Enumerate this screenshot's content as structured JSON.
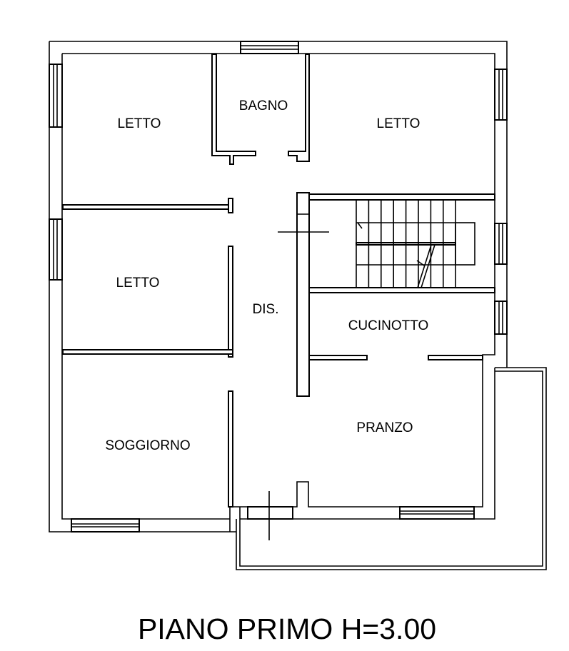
{
  "plan": {
    "title": "PIANO PRIMO H=3.00",
    "rooms": {
      "letto_nw": "LETTO",
      "bagno": "BAGNO",
      "letto_ne": "LETTO",
      "letto_w": "LETTO",
      "dis": "DIS.",
      "cucinotto": "CUCINOTTO",
      "pranzo": "PRANZO",
      "soggiorno": "SOGGIORNO"
    }
  }
}
